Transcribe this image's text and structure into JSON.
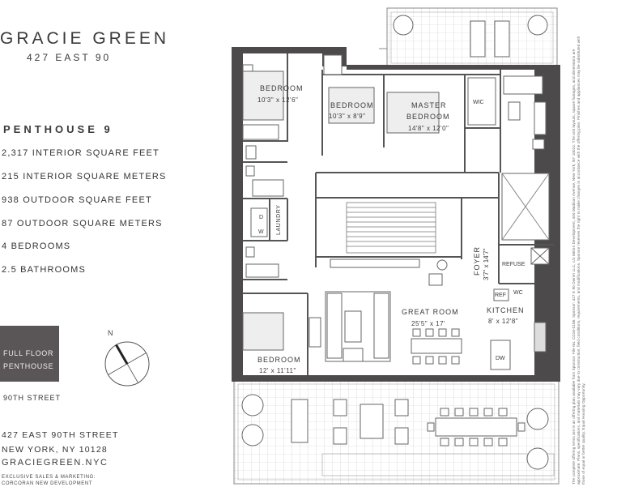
{
  "brand": {
    "name": "GRACIE GREEN",
    "address_short": "427 EAST 90"
  },
  "unit": {
    "title": "PENTHOUSE 9",
    "stats": [
      "2,317 INTERIOR SQUARE FEET",
      "215 INTERIOR SQUARE METERS",
      "938 OUTDOOR SQUARE FEET",
      "87 OUTDOOR SQUARE METERS",
      "4 BEDROOMS",
      "2.5 BATHROOMS"
    ]
  },
  "badge": {
    "line1": "FULL FLOOR",
    "line2": "PENTHOUSE"
  },
  "compass": {
    "label": "N"
  },
  "street_label": "90TH STREET",
  "address": {
    "line1": "427 EAST 90TH STREET",
    "line2": "NEW YORK, NY 10128"
  },
  "website": "GRACIEGREEN.NYC",
  "exclusive": {
    "line1": "EXCLUSIVE SALES & MARKETING:",
    "line2": "CORCORAN NEW DEVELOPMENT"
  },
  "rooms": {
    "bedroom1": {
      "name": "BEDROOM",
      "dims": "10'3\" x 12'6\""
    },
    "bedroom2": {
      "name": "BEDROOM",
      "dims": "10'3\" x 8'9\""
    },
    "master": {
      "name1": "MASTER",
      "name2": "BEDROOM",
      "dims": "14'8\" x 12'0\""
    },
    "wic": "WIC",
    "laundry": "LAUNDRY",
    "d": "D",
    "w": "W",
    "foyer": {
      "name": "FOYER",
      "dims": "3'7\" x 14'7\""
    },
    "refuse": "REFUSE",
    "ref": "REF",
    "wc": "WC",
    "dw": "DW",
    "great_room": {
      "name": "GREAT ROOM",
      "dims": "25'5\" x 17'"
    },
    "kitchen": {
      "name": "KITCHEN",
      "dims": "8' x 12'8\""
    },
    "bedroom4": {
      "name": "BEDROOM",
      "dims": "12' x 11'11\""
    }
  },
  "disclaimer": "The complete offering terms are in an offering plan available from Sponsor. File No. CD16-0186. Sponsor: 427 E 90 Owner LLC, c/o Mirton Development, 440 Madison Avenue, New York, NY 10022. The unit layouts, square footages, and dimensions are approximate. Plans, specifications, and materials may vary due to construction, field conditions, requirements, and modifications. Sponsor reserves the right to make changes in accordance with the offering plan. Finishes and appliances may be substituted with those of equal or better quality. Equal Housing Opportunity."
}
